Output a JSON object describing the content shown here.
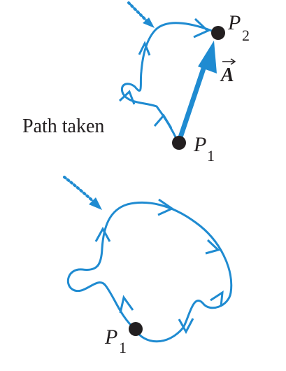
{
  "top_figure": {
    "start_point": {
      "letter": "P",
      "subscript": "1"
    },
    "end_point": {
      "letter": "P",
      "subscript": "2"
    },
    "vector_label": "A",
    "path_label": "Path taken"
  },
  "bottom_figure": {
    "point": {
      "letter": "P",
      "subscript": "1"
    }
  },
  "colors": {
    "path": "#1f8bd1",
    "point": "#231f20",
    "text": "#231f20"
  }
}
